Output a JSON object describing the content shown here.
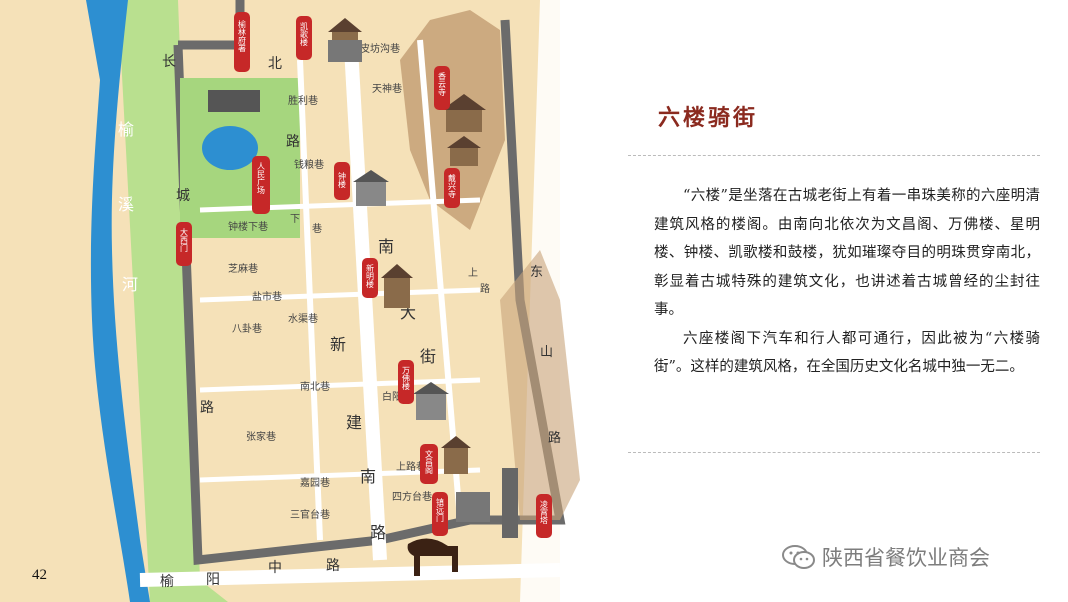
{
  "article": {
    "title": "六楼骑街",
    "paragraphs": [
      "“六楼”是坐落在古城老街上有着一串珠美称的六座明清建筑风格的楼阁。由南向北依次为文昌阁、万佛楼、星明楼、钟楼、凯歌楼和鼓楼，犹如璀璨夺目的明珠贯穿南北，彰显着古城特殊的建筑文化，也讲述着古城曾经的尘封往事。",
      "六座楼阁下汽车和行人都可通行，因此被为“六楼骑街”。这样的建筑风格，在全国历史文化名城中独一无二。"
    ]
  },
  "page_number": "42",
  "watermark": {
    "text": "陕西省餐饮业商会",
    "icon": "wechat-icon"
  },
  "map": {
    "river": [
      "榆",
      "溪",
      "河"
    ],
    "west_road": [
      "长",
      "城",
      "路"
    ],
    "north_road": [
      "北",
      "路"
    ],
    "south_road": [
      "榆",
      "阳",
      "中",
      "路"
    ],
    "main_street": [
      "南",
      "大",
      "街"
    ],
    "new_road": [
      "新",
      "建",
      "南",
      "路"
    ],
    "east_road": [
      "东",
      "山",
      "路"
    ],
    "alleys": {
      "pitong": "皮坊沟巷",
      "shengli": "胜利巷",
      "tianshen": "天神巷",
      "qianhuo": "钱粮巷",
      "zhong": "钟楼下巷",
      "zhima": "芝麻巷",
      "yanshi": "盐市巷",
      "shuiqu": "水渠巷",
      "bagua": "八卦巷",
      "zhangjia": "张家巷",
      "shanglu": "上路巷",
      "sifang": "四方台巷",
      "sanguan": "三官台巷",
      "jiayuan": "嘉园巷",
      "nanbei": "南北巷",
      "baiyang": "白阳巷",
      "labels_extra": [
        "下",
        "巷",
        "上",
        "路"
      ]
    },
    "markers": {
      "yulin_fu": "榆林府署",
      "kaige": "凯歌楼",
      "xiangyun": "香云寺",
      "daixing": "戴兴寺",
      "zhonglou": "钟楼",
      "renmin": "人民广场",
      "daximen": "大西门",
      "xingming": "新明楼",
      "wanfo": "万佛楼",
      "wenchang": "文昌阁",
      "zhenyuan": "镇远门",
      "lingxiao": "凌霄塔"
    }
  },
  "colors": {
    "title": "#8b2a1f",
    "river": "#2d8fd1",
    "grass": "#b9e08f",
    "land": "#f5e1b8",
    "wall": "#6b6b6b",
    "marker": "#c62828",
    "mountain": "#c8a47a"
  }
}
